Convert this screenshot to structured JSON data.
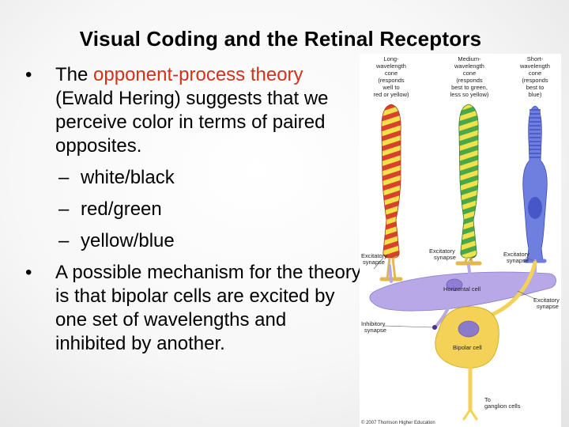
{
  "slide": {
    "title": "Visual Coding and the Retinal Receptors",
    "bullet1": {
      "marker": "•",
      "prefix": "The ",
      "highlight": "opponent-process theory",
      "rest": "(Ewald Hering) suggests that we perceive color in terms of paired opposites.",
      "highlight_color": "#d2311c"
    },
    "subitems": [
      {
        "dash": "–",
        "text": "white/black"
      },
      {
        "dash": "–",
        "text": "red/green"
      },
      {
        "dash": "–",
        "text": "yellow/blue"
      }
    ],
    "bullet2": {
      "marker": "•",
      "text": "A possible mechanism for the theory is that bipolar cells are excited by one set of wavelengths and inhibited by another."
    }
  },
  "figure": {
    "cones": [
      {
        "line1": "Long-",
        "line2": "wavelength",
        "line3": "cone",
        "desc": [
          "(responds",
          "well to",
          "red or yellow)"
        ],
        "stripe_color": "#d9412f"
      },
      {
        "line1": "Medium-",
        "line2": "wavelength",
        "line3": "cone",
        "desc": [
          "(responds",
          "best to green,",
          "less so yellow)"
        ],
        "stripe_color": "#4aa84a"
      },
      {
        "line1": "Short-",
        "line2": "wavelength",
        "line3": "cone",
        "desc": [
          "(responds",
          "best to",
          "blue)"
        ],
        "stripe_color": "#5b6fd6"
      }
    ],
    "labels": {
      "excitatory_left": [
        "Excitatory",
        "synapse"
      ],
      "excitatory_mid": [
        "Excitatory",
        "synapse"
      ],
      "excitatory_right": [
        "Excitatory",
        "synapse"
      ],
      "horizontal_cell": "Horizontal cell",
      "inhibitory": [
        "Inhibitory",
        "synapse"
      ],
      "excitatory_lower": [
        "Excitatory",
        "synapse"
      ],
      "bipolar_cell": "Bipolar cell",
      "to_ganglion": [
        "To",
        "ganglion cells"
      ],
      "copyright": "© 2007 Thomson Higher Education"
    },
    "colors": {
      "horizontal_cell": "#b9a8e8",
      "bipolar_cell": "#f3d257",
      "cone_yellow": "#f2e14a",
      "short_cone": "#6f7fe0"
    }
  }
}
